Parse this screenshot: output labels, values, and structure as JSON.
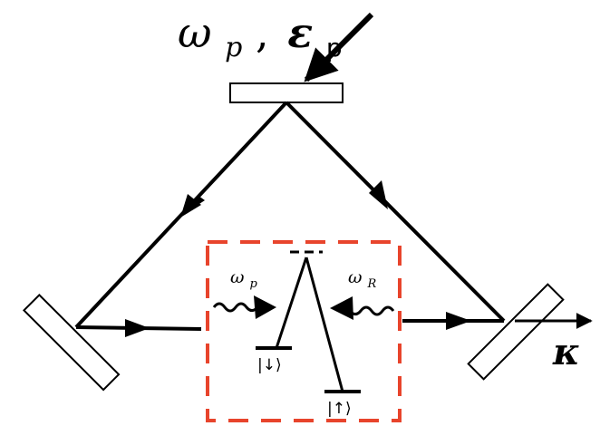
{
  "pump": {
    "frequency_symbol": "ω",
    "frequency_subscript": "p",
    "separator": ",",
    "amplitude_symbol": "ε",
    "amplitude_subscript": "p"
  },
  "output": {
    "decay_symbol": "κ"
  },
  "atom": {
    "pump_wave_symbol": "ω",
    "pump_wave_subscript": "p",
    "raman_wave_symbol": "ω",
    "raman_wave_subscript": "R",
    "state_down": "|↓⟩",
    "state_up": "|↑⟩"
  },
  "colors": {
    "stroke": "#000000",
    "dashed_box": "#e8442c",
    "mirror_fill": "#ffffff"
  }
}
